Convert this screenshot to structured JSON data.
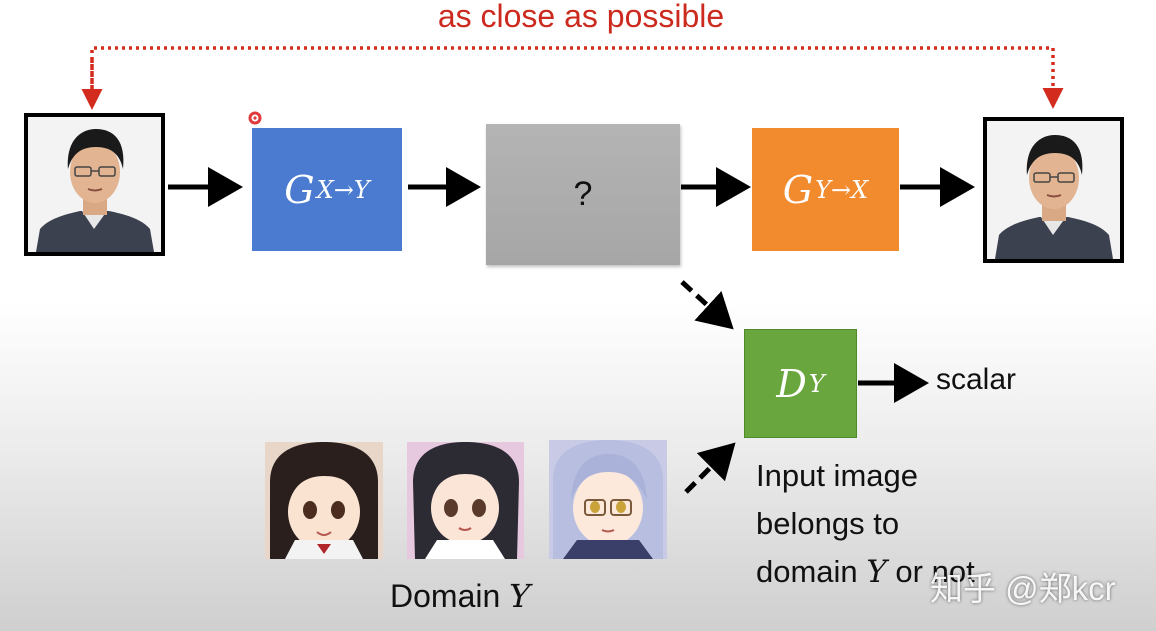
{
  "top_label": "as close as possible",
  "generator_xy": {
    "main": "G",
    "sub": "X→Y"
  },
  "unknown_label": "?",
  "generator_yx": {
    "main": "G",
    "sub": "Y→X"
  },
  "discriminator": {
    "main": "D",
    "sub": "Y"
  },
  "scalar_label": "scalar",
  "caption_lines": [
    "Input image",
    "belongs to",
    "domain"
  ],
  "caption_symbol": "Y",
  "caption_tail": "or not",
  "domain_label": "Domain",
  "domain_symbol": "Y",
  "watermark": "知乎 @郑kcr",
  "colors": {
    "red_dotted": "#d42b1f",
    "generator_xy": "#4a7bd0",
    "generator_yx": "#f28a2e",
    "discriminator": "#6aa63e",
    "unknown": "#aaaaaa"
  }
}
